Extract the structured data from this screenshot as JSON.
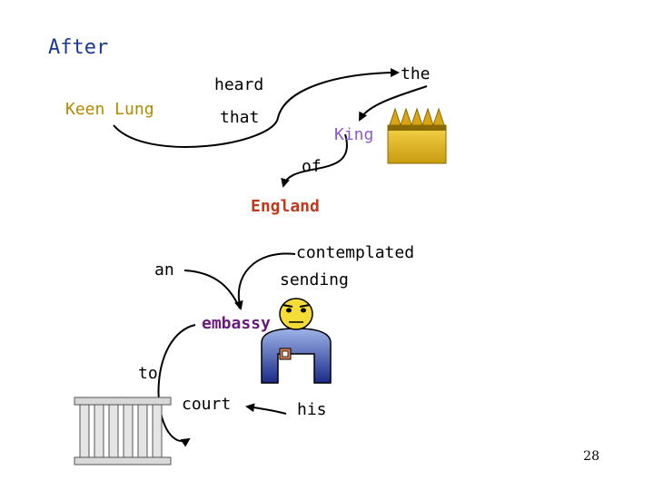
{
  "title": "After",
  "page_number": "28",
  "colors": {
    "title": "#1a3a8f",
    "word": "#000000",
    "keen_lung": "#b08b00",
    "king": "#8a5ad0",
    "england": "#c0391b",
    "embassy": "#6a1a7a",
    "arrow": "#000000"
  },
  "words": {
    "keen_lung": "Keen Lung",
    "heard": "heard",
    "that": "that",
    "the": "the",
    "king": "King",
    "of": "of",
    "england": "England",
    "contemplated": "contemplated",
    "sending": "sending",
    "an": "an",
    "embassy": "embassy",
    "to": "to",
    "court": "court",
    "his": "his"
  },
  "pictures": {
    "crown": "crown-icon",
    "man": "person-icon",
    "gate": "gate-icon"
  }
}
